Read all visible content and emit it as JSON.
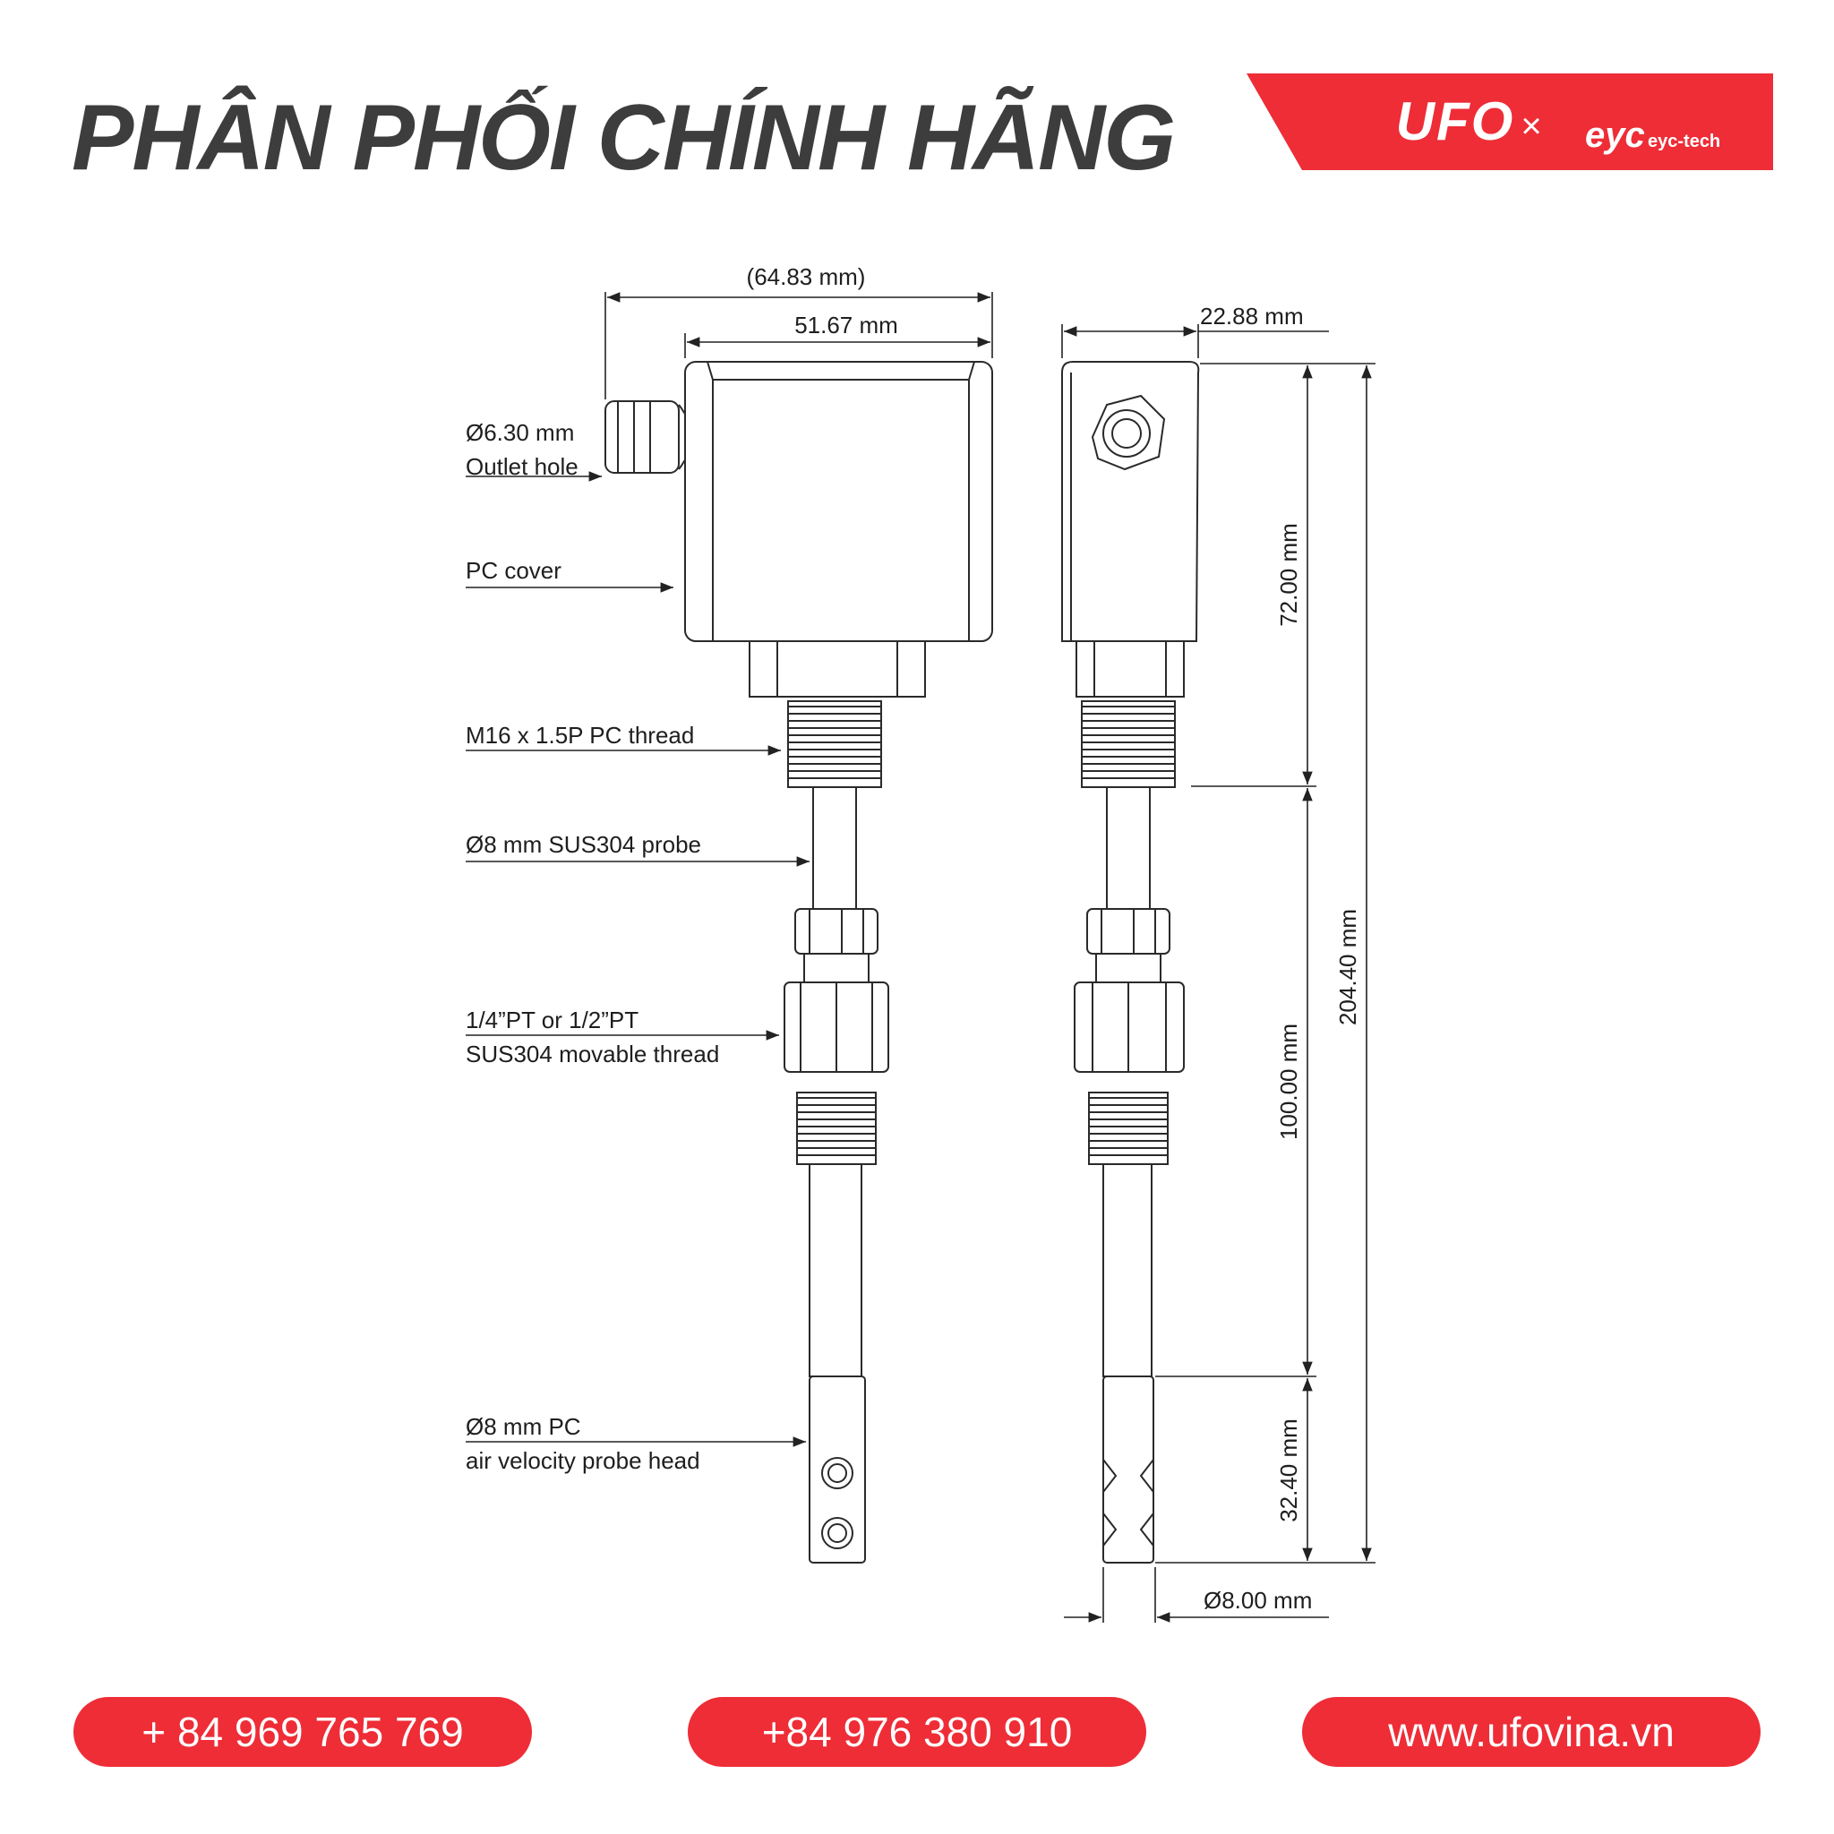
{
  "header": {
    "headline": "PHÂN PHỐI CHÍNH HÃNG",
    "brand_left": "UFO",
    "brand_separator": "×",
    "brand_right_mark": "eyc",
    "brand_right_text": "eyc-tech",
    "accent_color": "#ee2d37"
  },
  "drawing": {
    "front_labels": {
      "outlet_hole": [
        "Ø6.30 mm",
        "Outlet hole"
      ],
      "cover": "PC cover",
      "thread": "M16 x 1.5P PC thread",
      "probe": "Ø8 mm SUS304 probe",
      "movable_thread": [
        "1/4”PT or 1/2”PT",
        "SUS304 movable thread"
      ],
      "probe_head": [
        "Ø8 mm PC",
        "air velocity probe head"
      ]
    },
    "dimensions": {
      "overall_width": "(64.83 mm)",
      "body_width": "51.67 mm",
      "side_depth": "22.88 mm",
      "head_height": "72.00 mm",
      "probe_length": "100.00 mm",
      "tip_length": "32.40 mm",
      "total_length": "204.40 mm",
      "tip_diameter": "Ø8.00 mm"
    }
  },
  "contacts": {
    "phone_1": "+ 84 969 765 769",
    "phone_2": "+84 976 380 910",
    "website": "www.ufovina.vn"
  }
}
